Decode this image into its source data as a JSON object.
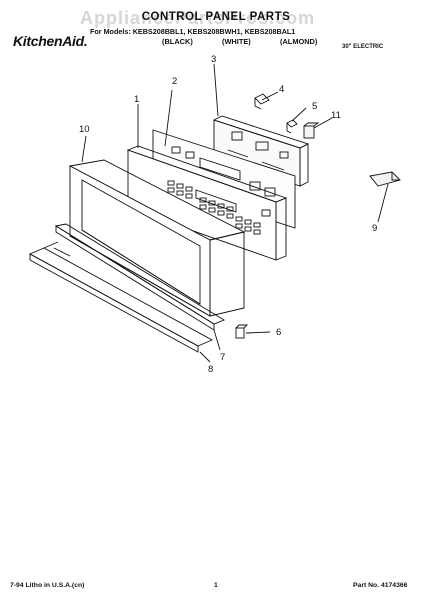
{
  "watermark": "AppliancePartsPros.com",
  "header": {
    "title": "CONTROL PANEL PARTS",
    "brand": "KitchenAid.",
    "models_prefix": "For Models:",
    "models": "KEBS208BBL1, KEBS208BWH1, KEBS208BAL1",
    "color_black": "(BLACK)",
    "color_white": "(WHITE)",
    "color_almond": "(ALMOND)",
    "subtitle": "30\" ELECTRIC"
  },
  "callouts": {
    "c1": "1",
    "c2": "2",
    "c3": "3",
    "c4": "4",
    "c5": "5",
    "c6": "6",
    "c7": "7",
    "c8": "8",
    "c9": "9",
    "c10": "10",
    "c11": "11"
  },
  "footer": {
    "litho": "7-94 Litho in U.S.A.(cn)",
    "page": "1",
    "part_no": "Part No. 4174366"
  }
}
